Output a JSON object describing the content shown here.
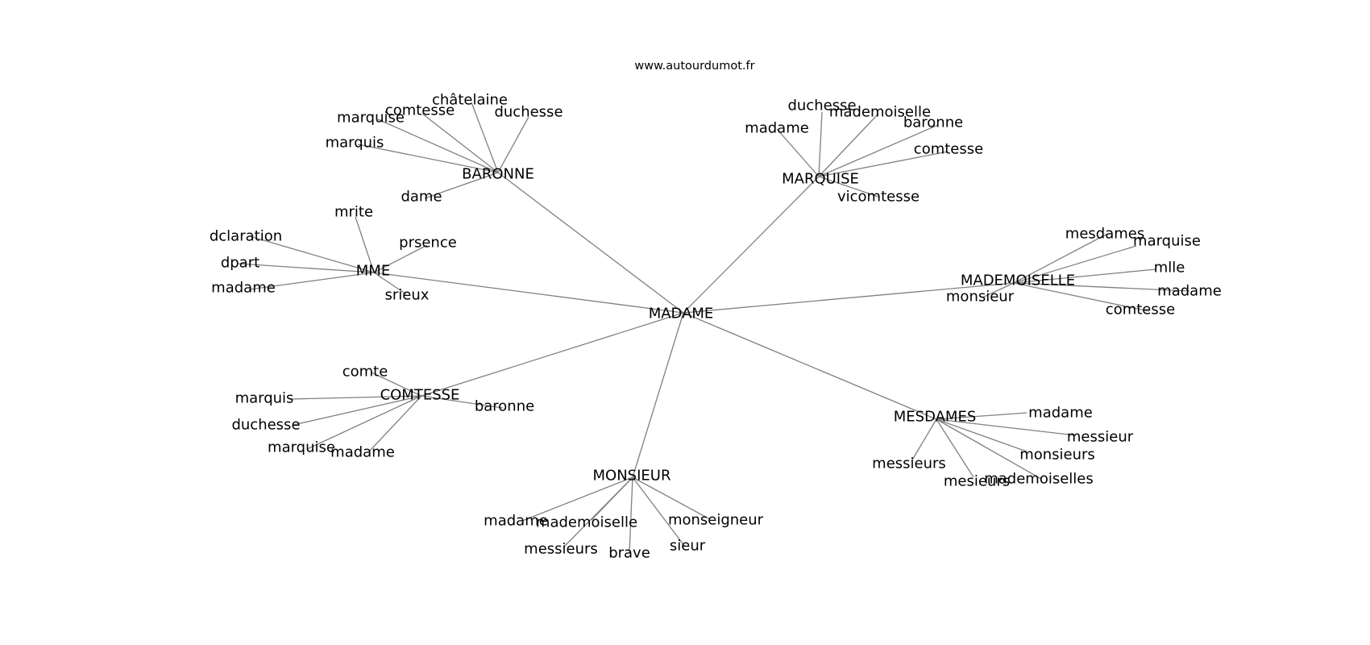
{
  "source": "www.autourdumot.fr",
  "root": "MADAME",
  "hubs": [
    {
      "id": "baronne",
      "label": "BARONNE",
      "leaves": [
        "marquise",
        "comtesse",
        "châtelaine",
        "duchesse",
        "marquis",
        "dame"
      ]
    },
    {
      "id": "marquise",
      "label": "MARQUISE",
      "leaves": [
        "duchesse",
        "mademoiselle",
        "madame",
        "baronne",
        "comtesse",
        "vicomtesse"
      ]
    },
    {
      "id": "mme",
      "label": "MME",
      "leaves": [
        "mrite",
        "dclaration",
        "prsence",
        "dpart",
        "madame",
        "srieux"
      ]
    },
    {
      "id": "mademoiselle",
      "label": "MADEMOISELLE",
      "leaves": [
        "mesdames",
        "marquise",
        "mlle",
        "madame",
        "monsieur",
        "comtesse"
      ]
    },
    {
      "id": "comtesse",
      "label": "COMTESSE",
      "leaves": [
        "comte",
        "marquis",
        "baronne",
        "duchesse",
        "marquise",
        "madame"
      ]
    },
    {
      "id": "mesdames",
      "label": "MESDAMES",
      "leaves": [
        "madame",
        "messieur",
        "monsieurs",
        "messieurs",
        "mesieurs",
        "mademoiselles"
      ]
    },
    {
      "id": "monsieur",
      "label": "MONSIEUR",
      "leaves": [
        "madame",
        "mademoiselle",
        "monseigneur",
        "messieurs",
        "brave",
        "sieur"
      ]
    }
  ]
}
